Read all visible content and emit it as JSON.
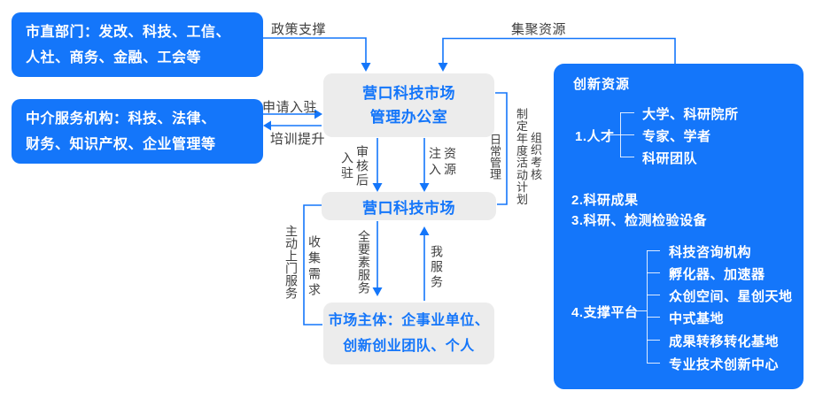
{
  "palette": {
    "blue": "#1476fa",
    "box_gray": "#ececec",
    "label_ink": "#3f3f3f"
  },
  "boxes": {
    "departments": {
      "lines": [
        "市直部门：发改、科技、工信、",
        "人社、商务、金融、工会等"
      ]
    },
    "agencies": {
      "lines": [
        "中介服务机构：科技、法律、",
        "财务、知识产权、企业管理等"
      ]
    },
    "office": {
      "lines": [
        "营口科技市场",
        "管理办公室"
      ]
    },
    "market": {
      "label": "营口科技市场"
    },
    "entities": {
      "lines": [
        "市场主体：企事业单位、",
        "创新创业团队、个人"
      ]
    }
  },
  "edges": {
    "policy": "政策支撑",
    "gather": "集聚资源",
    "apply": "申请入驻",
    "training": "培训提升",
    "review": {
      "cols": [
        "入驻",
        "审核后"
      ]
    },
    "inject": {
      "cols": [
        "注入",
        "资源"
      ]
    },
    "daily": "日常管理",
    "plan": {
      "cols": [
        "制定年度活动计划",
        "组织考核"
      ]
    },
    "proactive": "主动上门服务",
    "collect": "收集需求",
    "full_service": "全要素服务",
    "my_service": "我服务"
  },
  "innovation": {
    "title": "创新资源",
    "talent": {
      "label": "1.人才",
      "items": [
        "大学、科研院所",
        "专家、学者",
        "科研团队"
      ]
    },
    "item2": "2.科研成果",
    "item3": "3.科研、检测检验设备",
    "platform": {
      "label": "4.支撑平台",
      "items": [
        "科技咨询机构",
        "孵化器、加速器",
        "众创空间、星创天地",
        "中式基地",
        "成果转移转化基地",
        "专业技术创新中心"
      ]
    }
  }
}
